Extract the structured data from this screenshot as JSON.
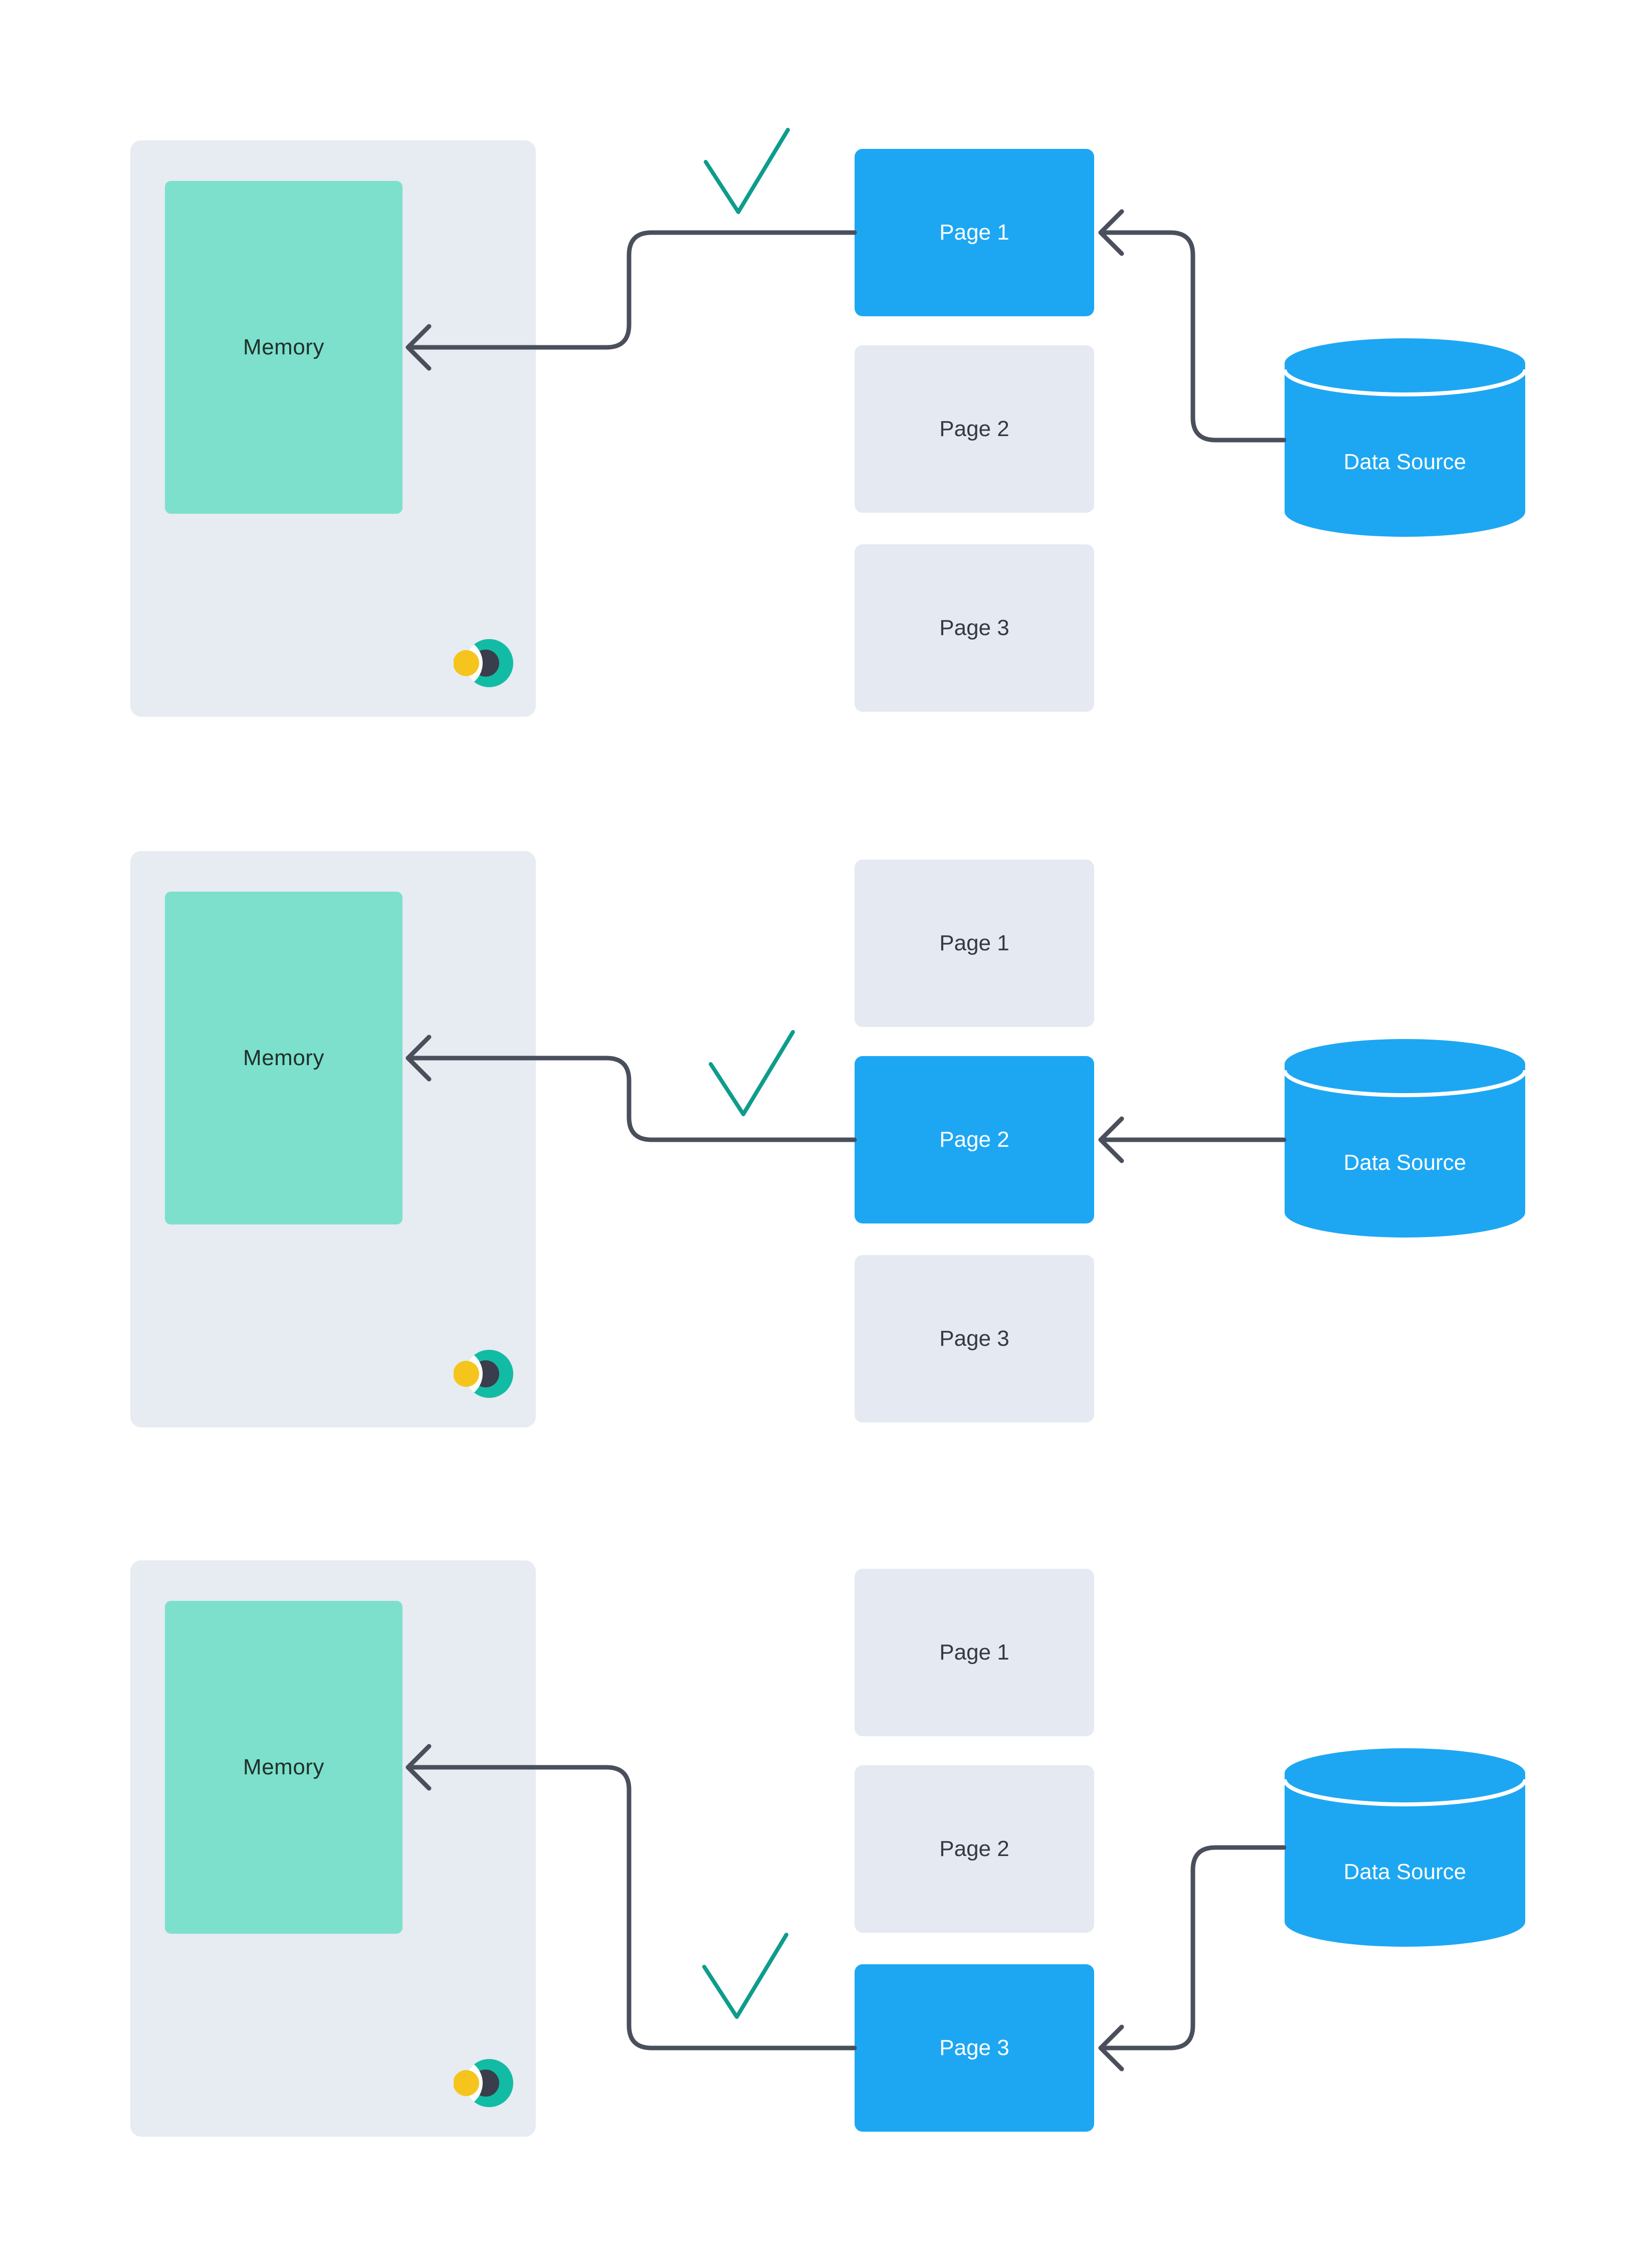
{
  "colors": {
    "background": "#ffffff",
    "panel": "#e7ebf2",
    "page": "#e5e9f1",
    "memory": "#7ce0cd",
    "blue": "#1da7f3",
    "arrow": "#4a4f5c",
    "check": "#0e9c8c",
    "text_dark": "#333a41",
    "memory_text": "#213029",
    "white": "#ffffff",
    "logo_yellow": "#f6c51d",
    "logo_teal": "#12bca4",
    "logo_dark": "#3a3d4b"
  },
  "icons": {
    "checkmark": "teal check stroke",
    "data_source": "database-cylinder",
    "logo": "yellow-circle with teal crescent moon",
    "arrowhead": "open left chevron"
  },
  "rows": [
    {
      "memory_label": "Memory",
      "data_source_label": "Data Source",
      "active_page": 0,
      "pages": [
        {
          "label": "Page 1",
          "active": true
        },
        {
          "label": "Page 2",
          "active": false
        },
        {
          "label": "Page 3",
          "active": false
        }
      ]
    },
    {
      "memory_label": "Memory",
      "data_source_label": "Data Source",
      "active_page": 1,
      "pages": [
        {
          "label": "Page 1",
          "active": false
        },
        {
          "label": "Page 2",
          "active": true
        },
        {
          "label": "Page 3",
          "active": false
        }
      ]
    },
    {
      "memory_label": "Memory",
      "data_source_label": "Data Source",
      "active_page": 2,
      "pages": [
        {
          "label": "Page 1",
          "active": false
        },
        {
          "label": "Page 2",
          "active": false
        },
        {
          "label": "Page 3",
          "active": true
        }
      ]
    }
  ]
}
